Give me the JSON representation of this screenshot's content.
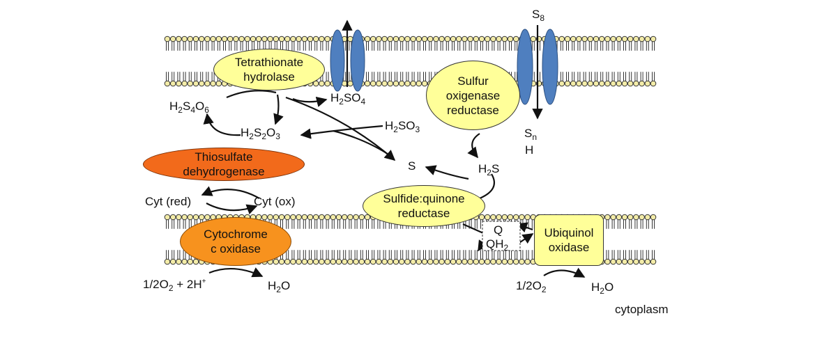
{
  "labels": {
    "s8": [
      "S",
      "8"
    ],
    "h2s4o6": [
      "H",
      "2",
      "S",
      "4",
      "O",
      "6"
    ],
    "h2so4": [
      "H",
      "2",
      "SO",
      "4"
    ],
    "h2s2o3": [
      "H",
      "2",
      "S",
      "2",
      "O",
      "3"
    ],
    "h2so3": [
      "H",
      "2",
      "SO",
      "3"
    ],
    "s": "S",
    "sn": [
      "S",
      "n"
    ],
    "h": "H",
    "h2s": [
      "H",
      "2",
      "S"
    ],
    "cyt_red": "Cyt (red)",
    "cyt_ox": "Cyt (ox)",
    "q": "Q",
    "qh2": [
      "QH",
      "2"
    ],
    "o2_left": [
      "1/2O",
      "2",
      " + 2H",
      "+"
    ],
    "h2o_left": [
      "H",
      "2",
      "O"
    ],
    "o2_right": [
      "1/2O",
      "2"
    ],
    "h2o_right": [
      "H",
      "2",
      "O"
    ],
    "cytoplasm": "cytoplasm"
  },
  "enzymes": {
    "tetrathionate": [
      "Tetrathionate",
      "hydrolase"
    ],
    "sulfur_oxygenase": [
      "Sulfur",
      "oxigenase",
      "reductase"
    ],
    "thiosulfate": [
      "Thiosulfate",
      "dehydrogenase"
    ],
    "sqr": [
      "Sulfide:quinone",
      "reductase"
    ],
    "cytochrome": [
      "Cytochrome",
      "c oxidase"
    ],
    "ubiquinol": [
      "Ubiquinol",
      "oxidase"
    ]
  },
  "colors": {
    "membrane_head": "#f3eca8",
    "membrane_line": "#333333",
    "channel": "#4f7fbf",
    "enzyme_yellow": "#ffff99",
    "enzyme_orange_dark": "#f26a1b",
    "enzyme_orange": "#f7921e"
  }
}
